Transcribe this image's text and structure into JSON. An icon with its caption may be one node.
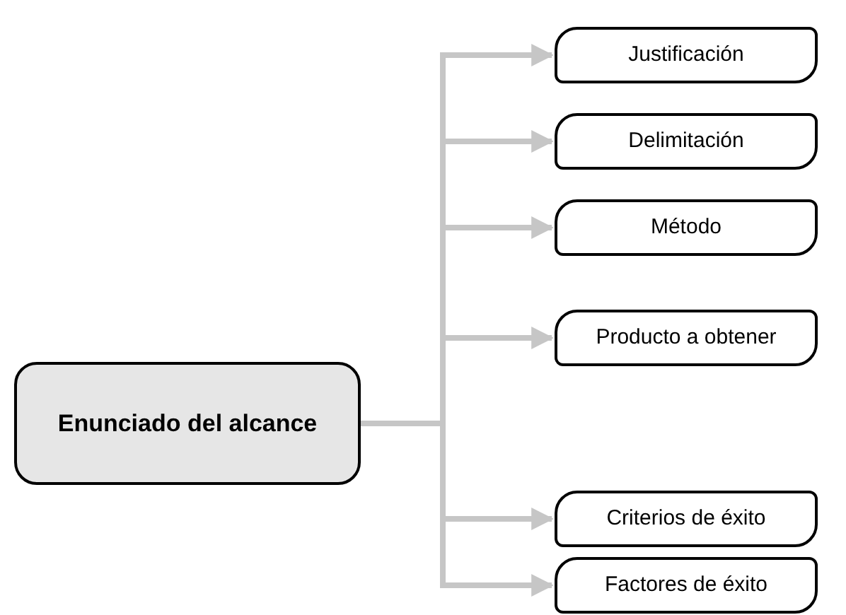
{
  "diagram": {
    "nodes": [
      {
        "text": [
          "Enunciado del alcance"
        ]
      },
      {
        "text": [
          "Justificación"
        ]
      },
      {
        "text": [
          "Delimitación"
        ]
      },
      {
        "text": [
          "Método"
        ]
      },
      {
        "text": [
          "Producto a obtener"
        ]
      },
      {
        "text": [
          "Criterios de éxito"
        ]
      },
      {
        "text": [
          "Factores de éxito"
        ]
      }
    ],
    "edges": [
      {
        "from": 0,
        "to": 1,
        "arrow": "to"
      },
      {
        "from": 0,
        "to": 2,
        "arrow": "to"
      },
      {
        "from": 0,
        "to": 3,
        "arrow": "to"
      },
      {
        "from": 0,
        "to": 4,
        "arrow": "to"
      },
      {
        "from": 0,
        "to": 5,
        "arrow": "to"
      },
      {
        "from": 0,
        "to": 6,
        "arrow": "to"
      }
    ]
  }
}
